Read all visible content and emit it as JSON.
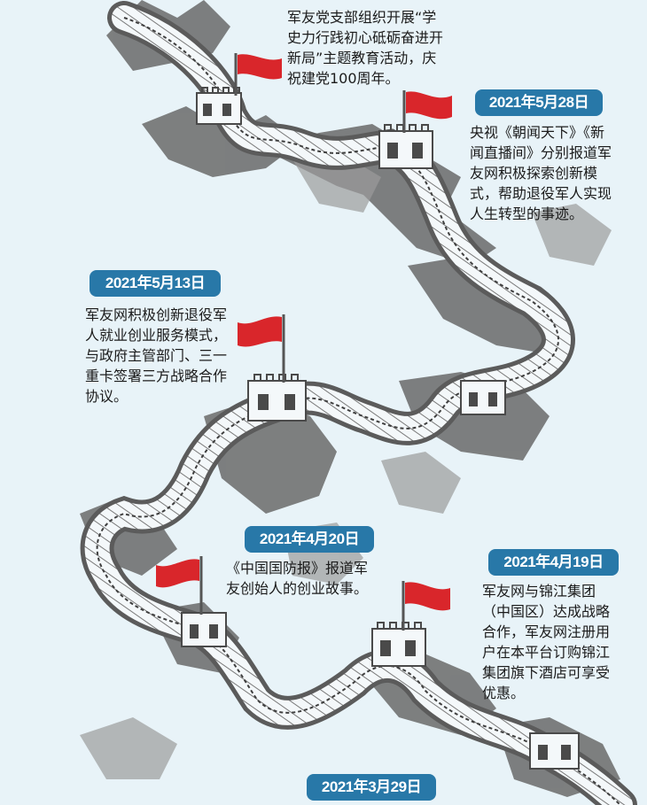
{
  "colors": {
    "background": "#e8f3f8",
    "badge": "#2878a8",
    "flag": "#d9262b",
    "wall": "#5b5b5b",
    "text": "#1b1b1b"
  },
  "events": [
    {
      "date": "",
      "text": "军友党支部组织开展“学史力行践初心砥砺奋进开新局”主题教育活动，庆祝建党100周年。"
    },
    {
      "date": "2021年5月28日",
      "text": "央视《朝闻天下》《新闻直播间》分别报道军友网积极探索创新模式，帮助退役军人实现人生转型的事迹。"
    },
    {
      "date": "2021年5月13日",
      "text": "军友网积极创新退役军人就业创业服务模式，与政府主管部门、三一重卡签署三方战略合作协议。"
    },
    {
      "date": "2021年4月20日",
      "text": "《中国国防报》报道军友创始人的创业故事。"
    },
    {
      "date": "2021年4月19日",
      "text": "军友网与锦江集团（中国区）达成战略合作，军友网注册用户在本平台订购锦江集团旗下酒店可享受优惠。"
    },
    {
      "date": "2021年3月29日",
      "text": ""
    }
  ]
}
